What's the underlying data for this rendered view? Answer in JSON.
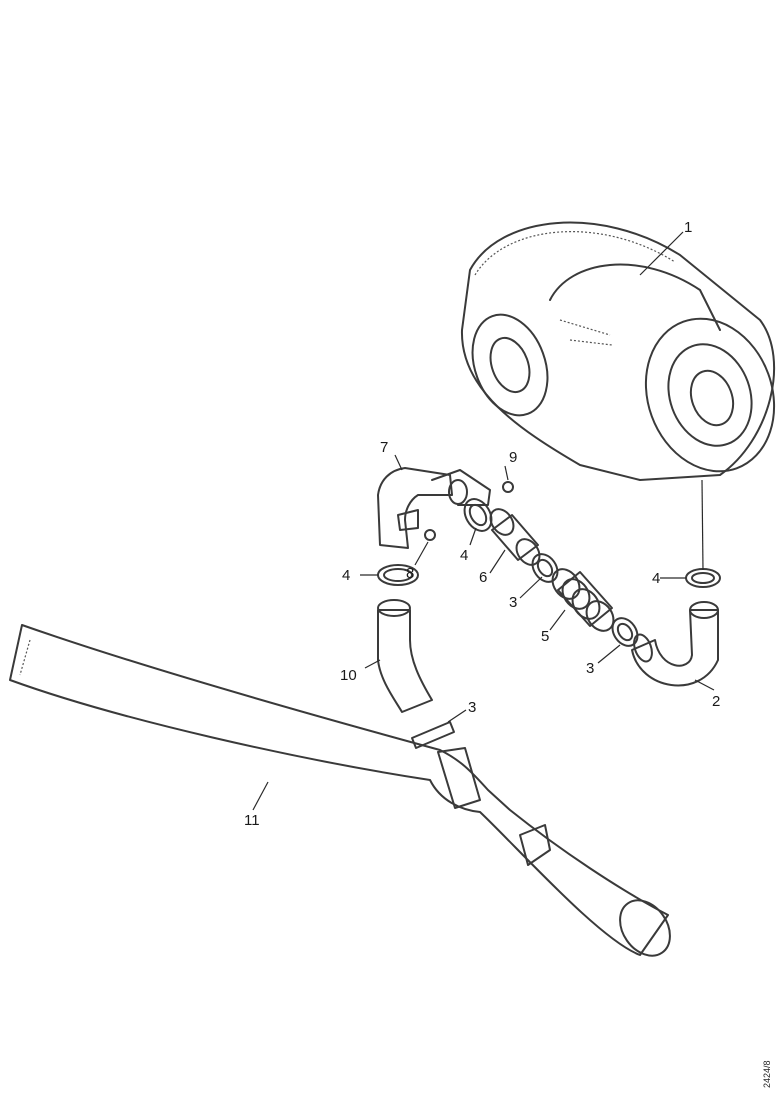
{
  "figure_ref": "2424/8",
  "callouts": {
    "c1": "1",
    "c2": "2",
    "c3a": "3",
    "c3b": "3",
    "c3c": "3",
    "c4a": "4",
    "c4b": "4",
    "c4c": "4",
    "c5": "5",
    "c6": "6",
    "c7": "7",
    "c8": "8",
    "c9": "9",
    "c10": "10",
    "c11": "11"
  }
}
